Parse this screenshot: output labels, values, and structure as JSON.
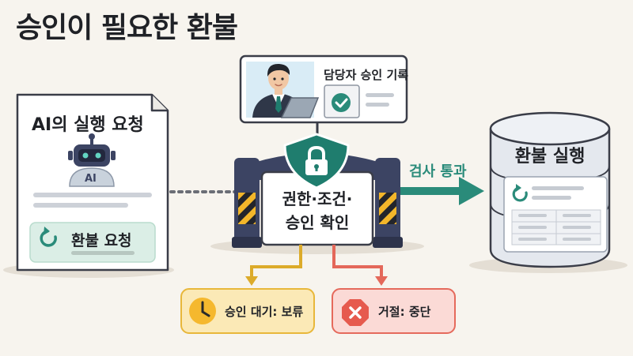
{
  "title": "승인이 필요한 환불",
  "request_doc": {
    "title": "AI의 실행 요청",
    "robot_badge": "AI",
    "item_label": "환불 요청",
    "robot_icon": "robot-icon",
    "refresh_icon": "refresh-icon"
  },
  "manager_card": {
    "label": "담당자 승인 기록",
    "person_icon": "manager-with-laptop-icon",
    "check_icon": "check-circle-icon"
  },
  "gate": {
    "line1": "권한·조건·",
    "line2": "승인 확인",
    "shield_icon": "shield-lock-icon"
  },
  "pass_label": "검사 통과",
  "database": {
    "label": "환불 실행",
    "refresh_icon": "refresh-icon"
  },
  "outcomes": [
    {
      "label": "승인 대기: 보류",
      "icon": "clock-icon",
      "color": "#f5b82e",
      "line_color": "#dcab2a"
    },
    {
      "label": "거절: 중단",
      "icon": "x-octagon-icon",
      "color": "#e65a4e",
      "line_color": "#e4685a"
    }
  ],
  "colors": {
    "teal": "#2a8b7a",
    "navy": "#3c4463",
    "shield": "#1f7d6e"
  }
}
